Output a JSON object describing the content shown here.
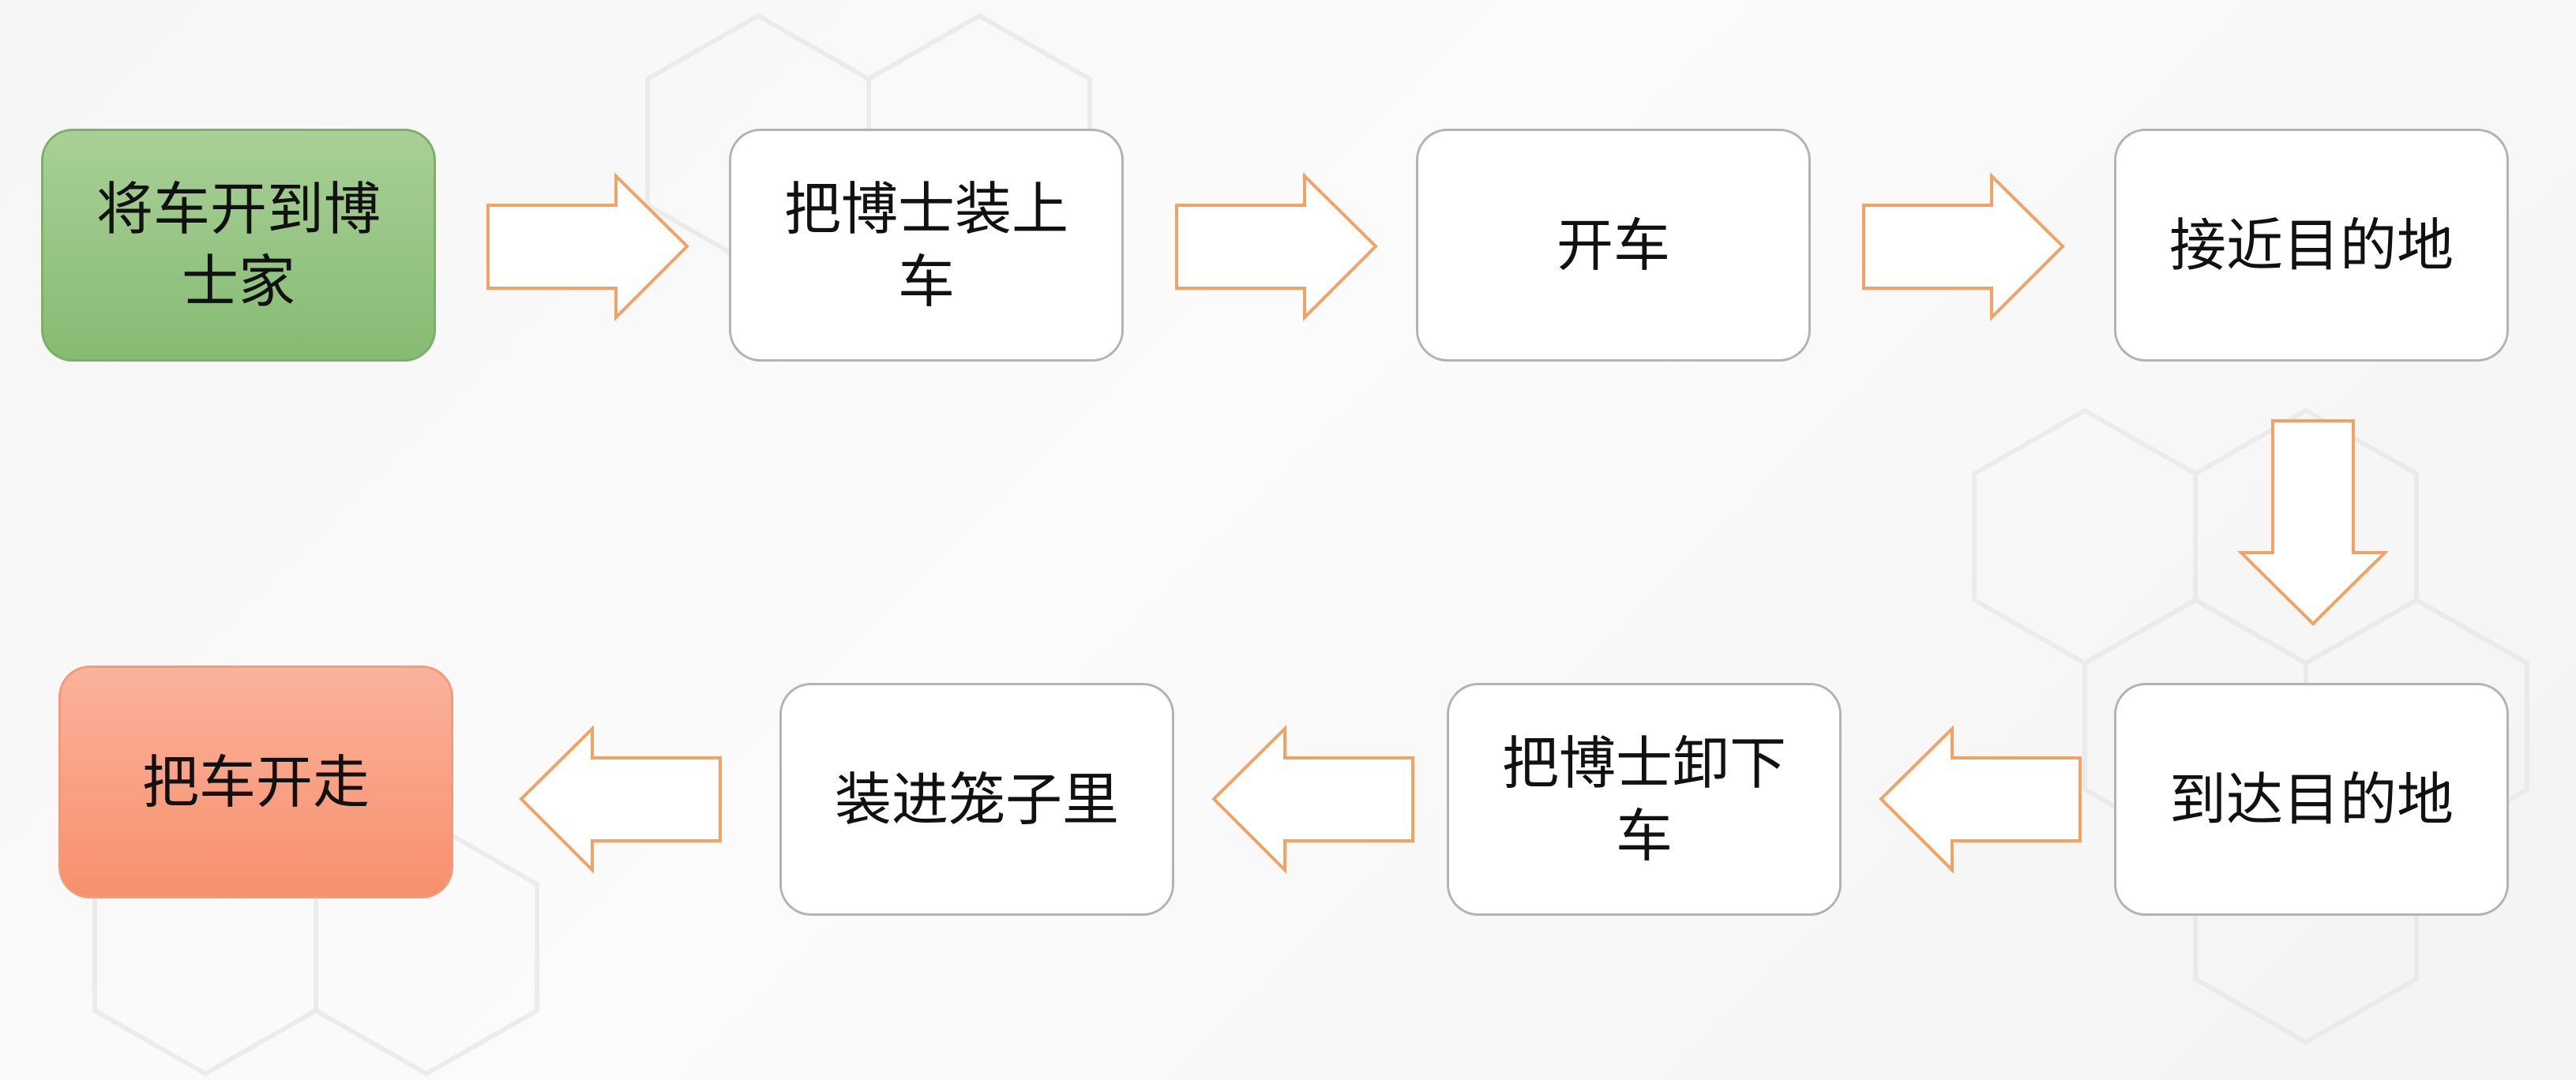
{
  "colors": {
    "arrow_stroke": "#f0a365",
    "start_fill": "#94c483",
    "end_fill": "#f9a285",
    "node_border": "#b3b3b3"
  },
  "nodes": [
    {
      "id": "drive-to-house",
      "label": "将车开到博士家"
    },
    {
      "id": "load-doctor",
      "label": "把博士装上车"
    },
    {
      "id": "drive",
      "label": "开车"
    },
    {
      "id": "approach-destination",
      "label": "接近目的地"
    },
    {
      "id": "arrive-destination",
      "label": "到达目的地"
    },
    {
      "id": "unload-doctor",
      "label": "把博士卸下车"
    },
    {
      "id": "put-in-cage",
      "label": "装进笼子里"
    },
    {
      "id": "drive-away",
      "label": "把车开走"
    }
  ],
  "edges": [
    {
      "from": "drive-to-house",
      "to": "load-doctor"
    },
    {
      "from": "load-doctor",
      "to": "drive"
    },
    {
      "from": "drive",
      "to": "approach-destination"
    },
    {
      "from": "approach-destination",
      "to": "arrive-destination"
    },
    {
      "from": "arrive-destination",
      "to": "unload-doctor"
    },
    {
      "from": "unload-doctor",
      "to": "put-in-cage"
    },
    {
      "from": "put-in-cage",
      "to": "drive-away"
    }
  ]
}
